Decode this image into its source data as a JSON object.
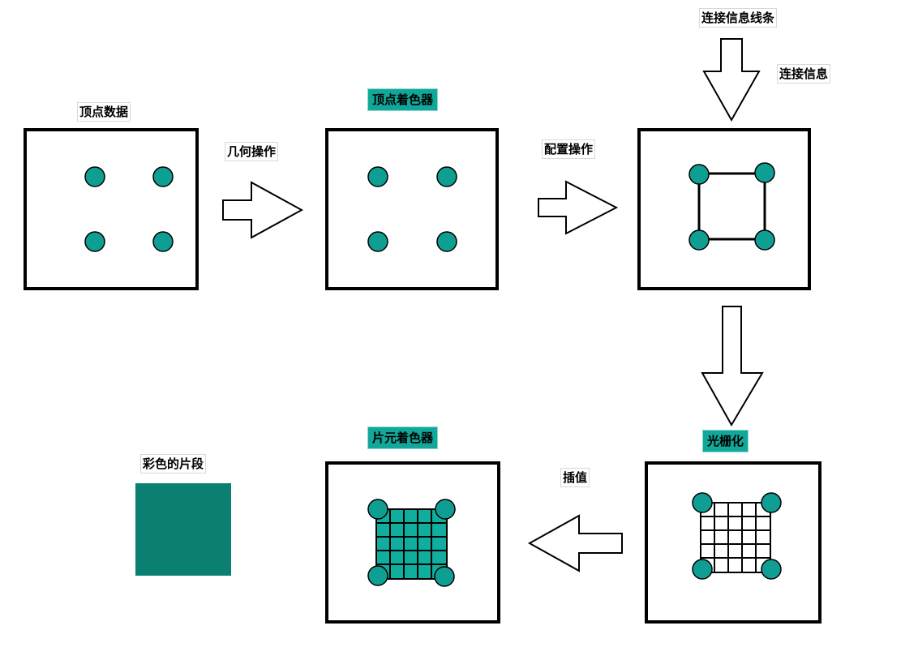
{
  "labels": {
    "vertex_data": "顶点数据",
    "geometry_op": "几何操作",
    "vertex_shader": "顶点着色器",
    "config_op": "配置操作",
    "connection_lines": "连接信息线条",
    "connection_info": "连接信息",
    "rasterization": "光栅化",
    "interpolation": "插值",
    "fragment_shader": "片元着色器",
    "colored_fragment": "彩色的片段"
  },
  "colors": {
    "accent": "#0f9f92",
    "label_highlight": "#11a89a",
    "fragment_fill": "#0b7f72",
    "stroke": "#000000",
    "background": "#ffffff"
  }
}
